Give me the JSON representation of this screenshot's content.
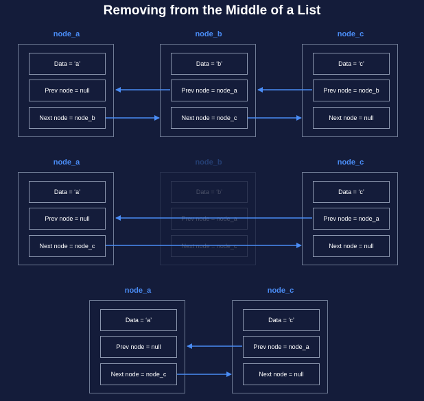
{
  "title": "Removing from the Middle of a List",
  "colors": {
    "background": "#141c3a",
    "accent": "#4a8cf5",
    "box": "#6f7b95",
    "text": "#ffffff"
  },
  "rows": [
    {
      "nodes": [
        {
          "name": "node_a",
          "data": "Data = ‘a’",
          "prev": "Prev node = null",
          "next": "Next node = node_b"
        },
        {
          "name": "node_b",
          "data": "Data = ‘b’",
          "prev": "Prev node = node_a",
          "next": "Next node = node_c"
        },
        {
          "name": "node_c",
          "data": "Data = ‘c’",
          "prev": "Prev node = node_b",
          "next": "Next node = null"
        }
      ]
    },
    {
      "nodes": [
        {
          "name": "node_a",
          "data": "Data = ‘a’",
          "prev": "Prev node = null",
          "next": "Next node = node_c"
        },
        {
          "name": "node_b",
          "data": "Data = ‘b’",
          "prev": "Prev node = node_a",
          "next": "Next node = node_c",
          "faded": true
        },
        {
          "name": "node_c",
          "data": "Data = ‘c’",
          "prev": "Prev node = node_a",
          "next": "Next node = null"
        }
      ]
    },
    {
      "nodes": [
        {
          "name": "node_a",
          "data": "Data = ‘a’",
          "prev": "Prev node = null",
          "next": "Next node = node_c"
        },
        {
          "name": "node_c",
          "data": "Data = ‘c’",
          "prev": "Prev node = node_a",
          "next": "Next node = null"
        }
      ]
    }
  ]
}
